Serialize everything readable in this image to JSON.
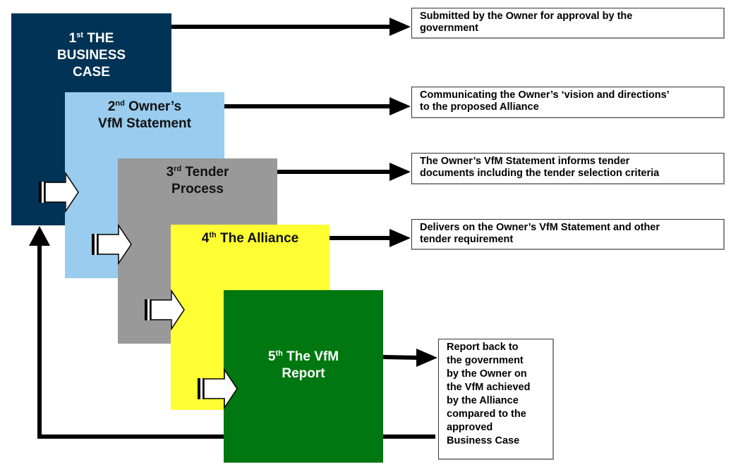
{
  "diagram": {
    "stages": [
      {
        "id": "business-case",
        "ordinal": "1",
        "suffix": "st",
        "lines": [
          "THE",
          "BUSINESS",
          "CASE"
        ],
        "color": "#003355",
        "text_color": "#ffffff"
      },
      {
        "id": "vfm-statement",
        "ordinal": "2",
        "suffix": "nd",
        "lines": [
          "Owner’s",
          "VfM Statement"
        ],
        "color": "#99ccee",
        "text_color": "#111111"
      },
      {
        "id": "tender-process",
        "ordinal": "3",
        "suffix": "rd",
        "lines": [
          "Tender",
          "Process"
        ],
        "color": "#999999",
        "text_color": "#111111"
      },
      {
        "id": "alliance",
        "ordinal": "4",
        "suffix": "th",
        "lines": [
          "The Alliance"
        ],
        "color": "#ffff33",
        "text_color": "#111111"
      },
      {
        "id": "vfm-report",
        "ordinal": "5",
        "suffix": "th",
        "lines": [
          "The VfM",
          "Report"
        ],
        "color": "#007711",
        "text_color": "#ffffff"
      }
    ],
    "notes": [
      {
        "stage": "business-case",
        "lines": [
          "Submitted by the Owner for approval by the",
          "government"
        ]
      },
      {
        "stage": "vfm-statement",
        "lines": [
          "Communicating the Owner’s ‘vision and directions’",
          "to the proposed Alliance"
        ]
      },
      {
        "stage": "tender-process",
        "lines": [
          "The Owner’s VfM Statement informs tender",
          "documents including the tender selection criteria"
        ]
      },
      {
        "stage": "alliance",
        "lines": [
          "Delivers on the Owner’s VfM Statement and other",
          "tender requirement"
        ]
      },
      {
        "stage": "vfm-report",
        "lines": [
          "Report back to",
          "the government",
          "by the Owner on",
          "the VfM achieved",
          "by the Alliance",
          "compared to the",
          "approved",
          "Business Case"
        ]
      }
    ],
    "feedback": {
      "from": "vfm-report",
      "to": "business-case"
    }
  }
}
